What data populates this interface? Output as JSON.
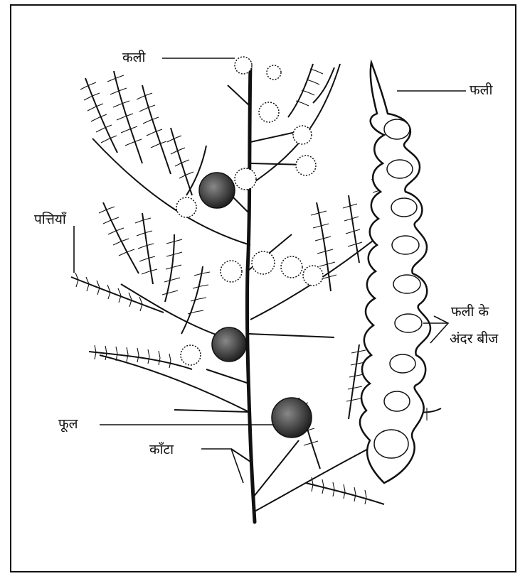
{
  "labels": {
    "bud": "कली",
    "pod": "फली",
    "leaves": "पत्तियाँ",
    "seeds_line1": "फली के",
    "seeds_line2": "अंदर बीज",
    "flower": "फूल",
    "thorn": "काँटा"
  },
  "colors": {
    "ink": "#111111",
    "background": "#ffffff"
  }
}
